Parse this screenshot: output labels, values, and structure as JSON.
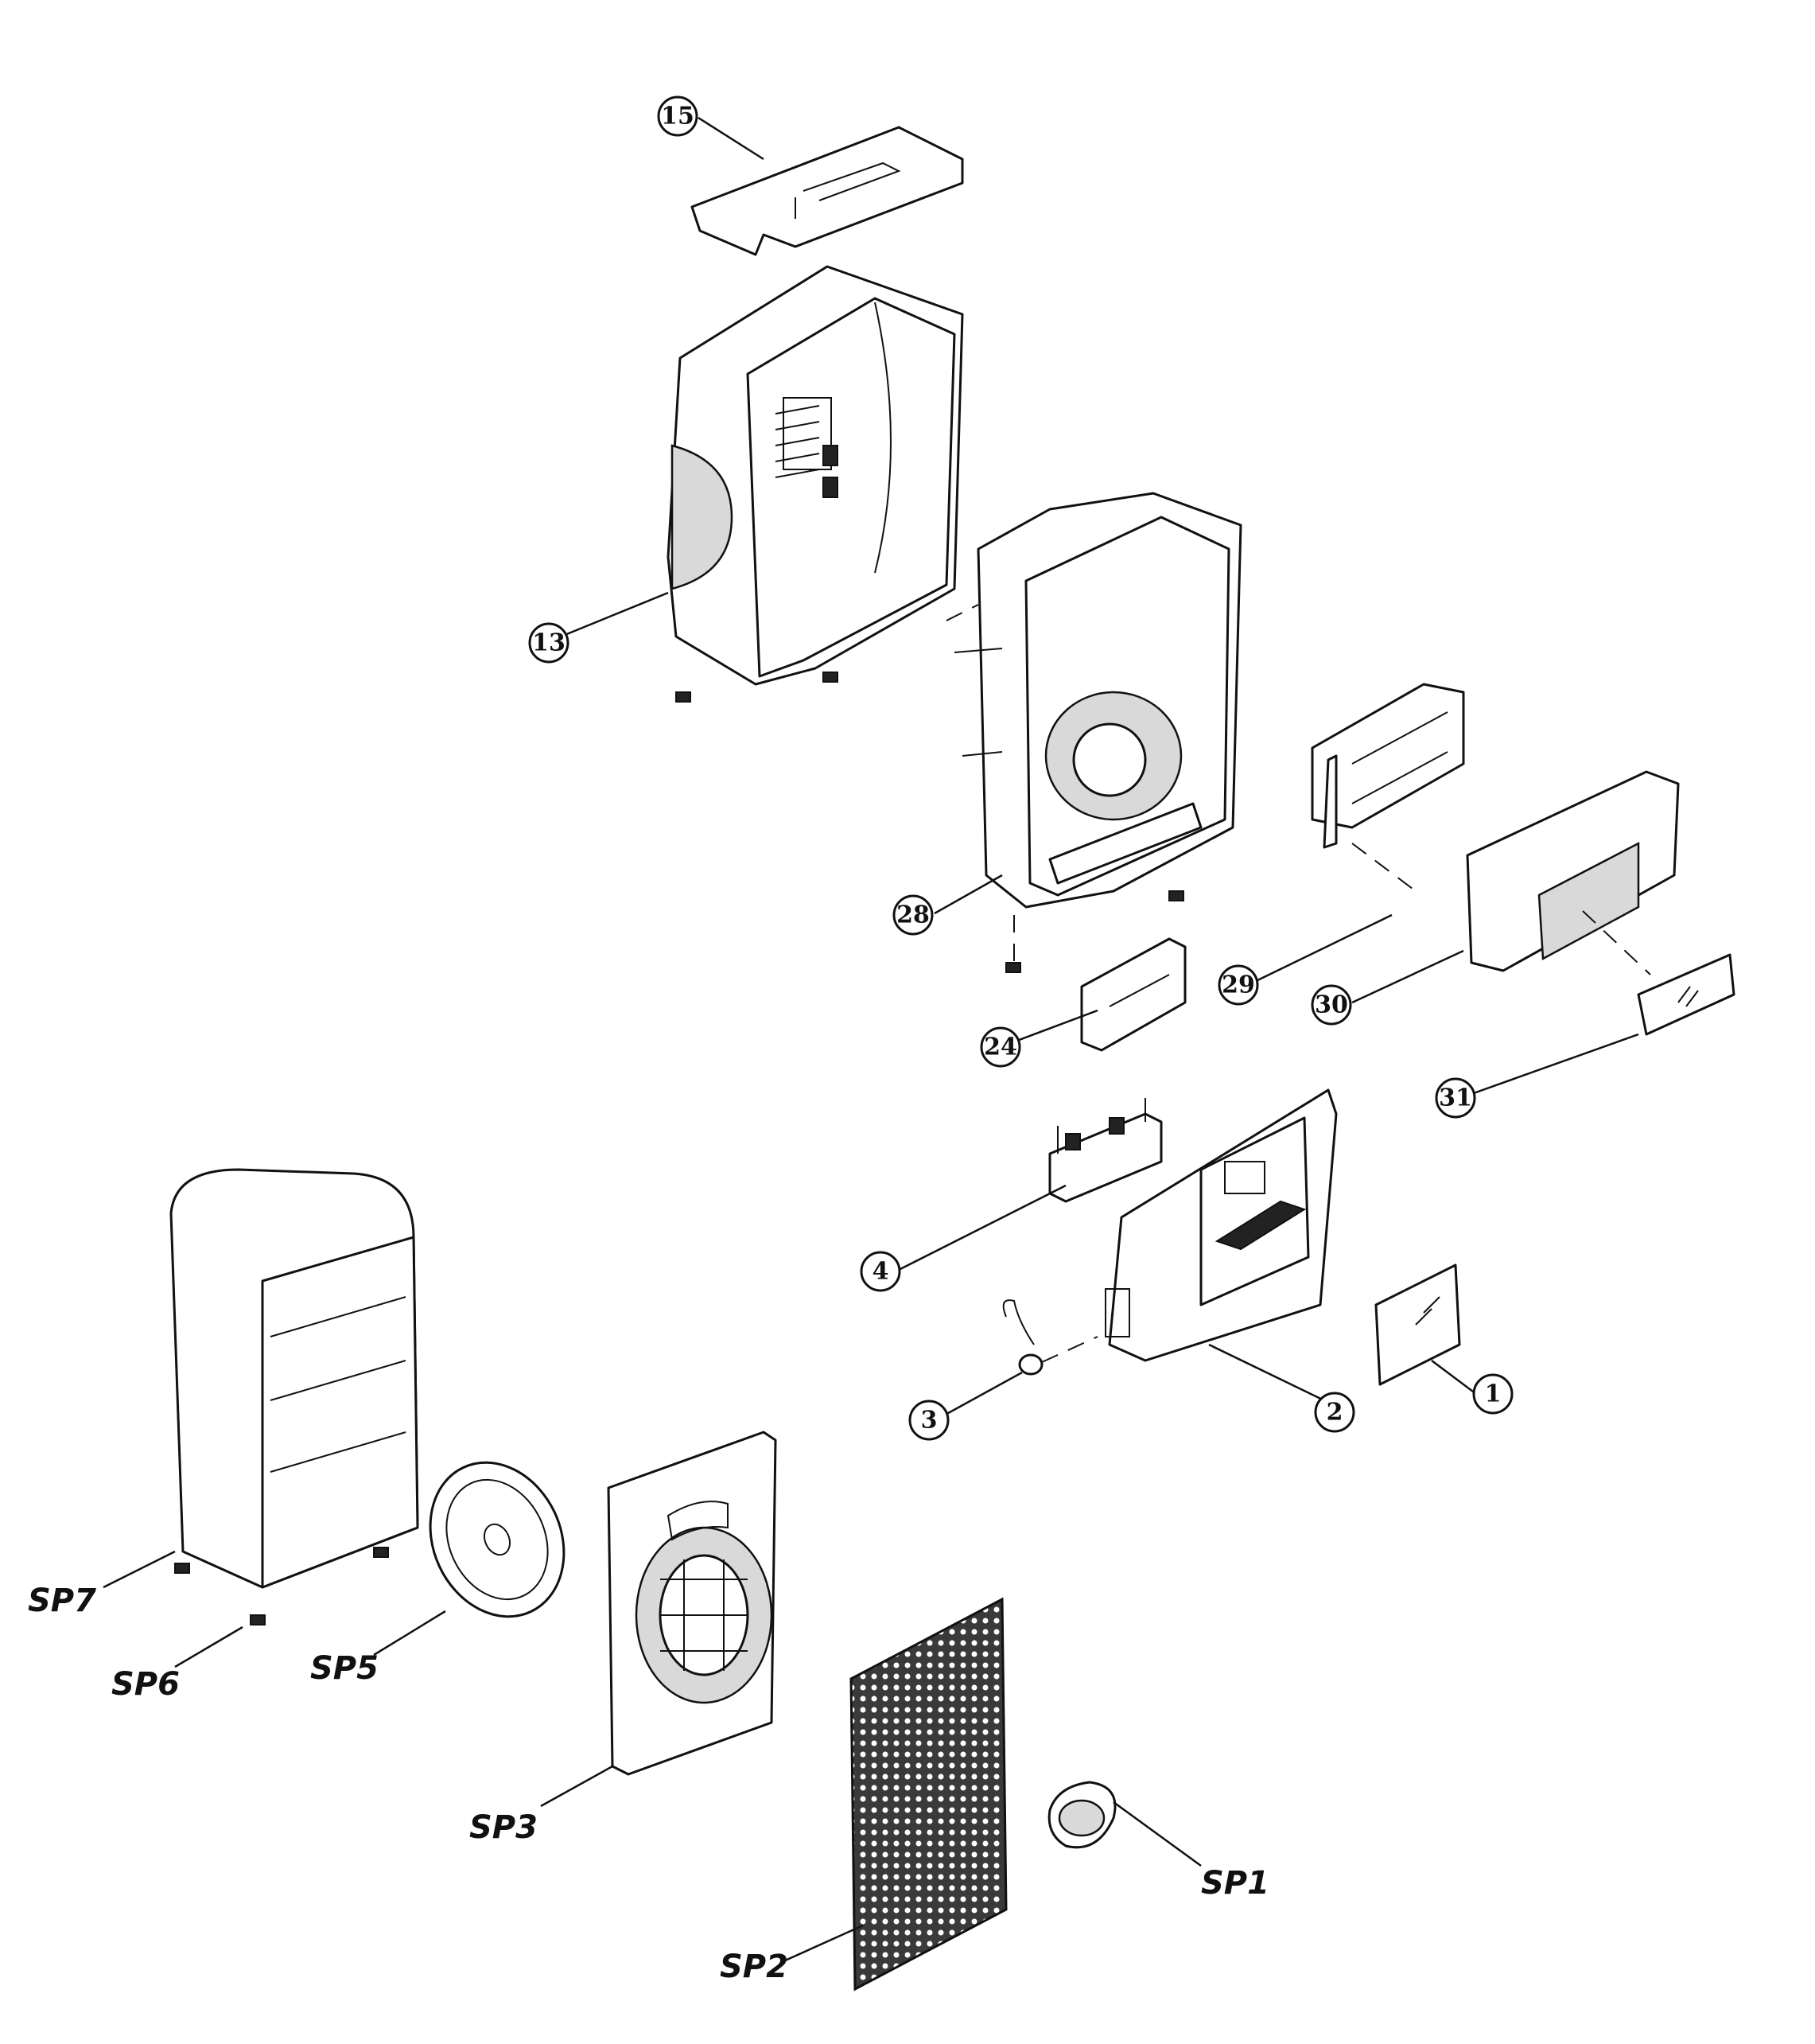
{
  "diagram": {
    "callouts": [
      {
        "id": "c15",
        "label": "15"
      },
      {
        "id": "c13",
        "label": "13"
      },
      {
        "id": "c28",
        "label": "28"
      },
      {
        "id": "c29",
        "label": "29"
      },
      {
        "id": "c30",
        "label": "30"
      },
      {
        "id": "c24",
        "label": "24"
      },
      {
        "id": "c31",
        "label": "31"
      },
      {
        "id": "c4",
        "label": "4"
      },
      {
        "id": "c3",
        "label": "3"
      },
      {
        "id": "c2",
        "label": "2"
      },
      {
        "id": "c1",
        "label": "1"
      }
    ],
    "speaker_labels": [
      {
        "id": "sp7",
        "label": "SP7"
      },
      {
        "id": "sp6",
        "label": "SP6"
      },
      {
        "id": "sp5",
        "label": "SP5"
      },
      {
        "id": "sp3",
        "label": "SP3"
      },
      {
        "id": "sp2",
        "label": "SP2"
      },
      {
        "id": "sp1",
        "label": "SP1"
      }
    ]
  }
}
